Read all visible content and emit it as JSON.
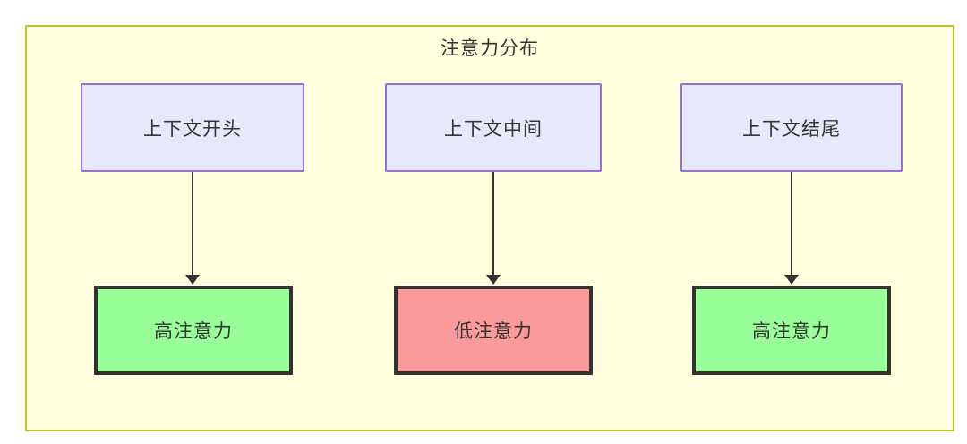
{
  "diagram": {
    "title": "注意力分布",
    "background_color": "#ffffdd",
    "border_color": "#bfbf2f",
    "top_nodes": [
      {
        "label": "上下文开头",
        "fill": "#e8e8fc",
        "stroke": "#9370db"
      },
      {
        "label": "上下文中间",
        "fill": "#e8e8fc",
        "stroke": "#9370db"
      },
      {
        "label": "上下文结尾",
        "fill": "#e8e8fc",
        "stroke": "#9370db"
      }
    ],
    "bottom_nodes": [
      {
        "label": "高注意力",
        "fill": "#99ff99",
        "stroke": "#333333"
      },
      {
        "label": "低注意力",
        "fill": "#fb9a9a",
        "stroke": "#333333"
      },
      {
        "label": "高注意力",
        "fill": "#99ff99",
        "stroke": "#333333"
      }
    ]
  }
}
